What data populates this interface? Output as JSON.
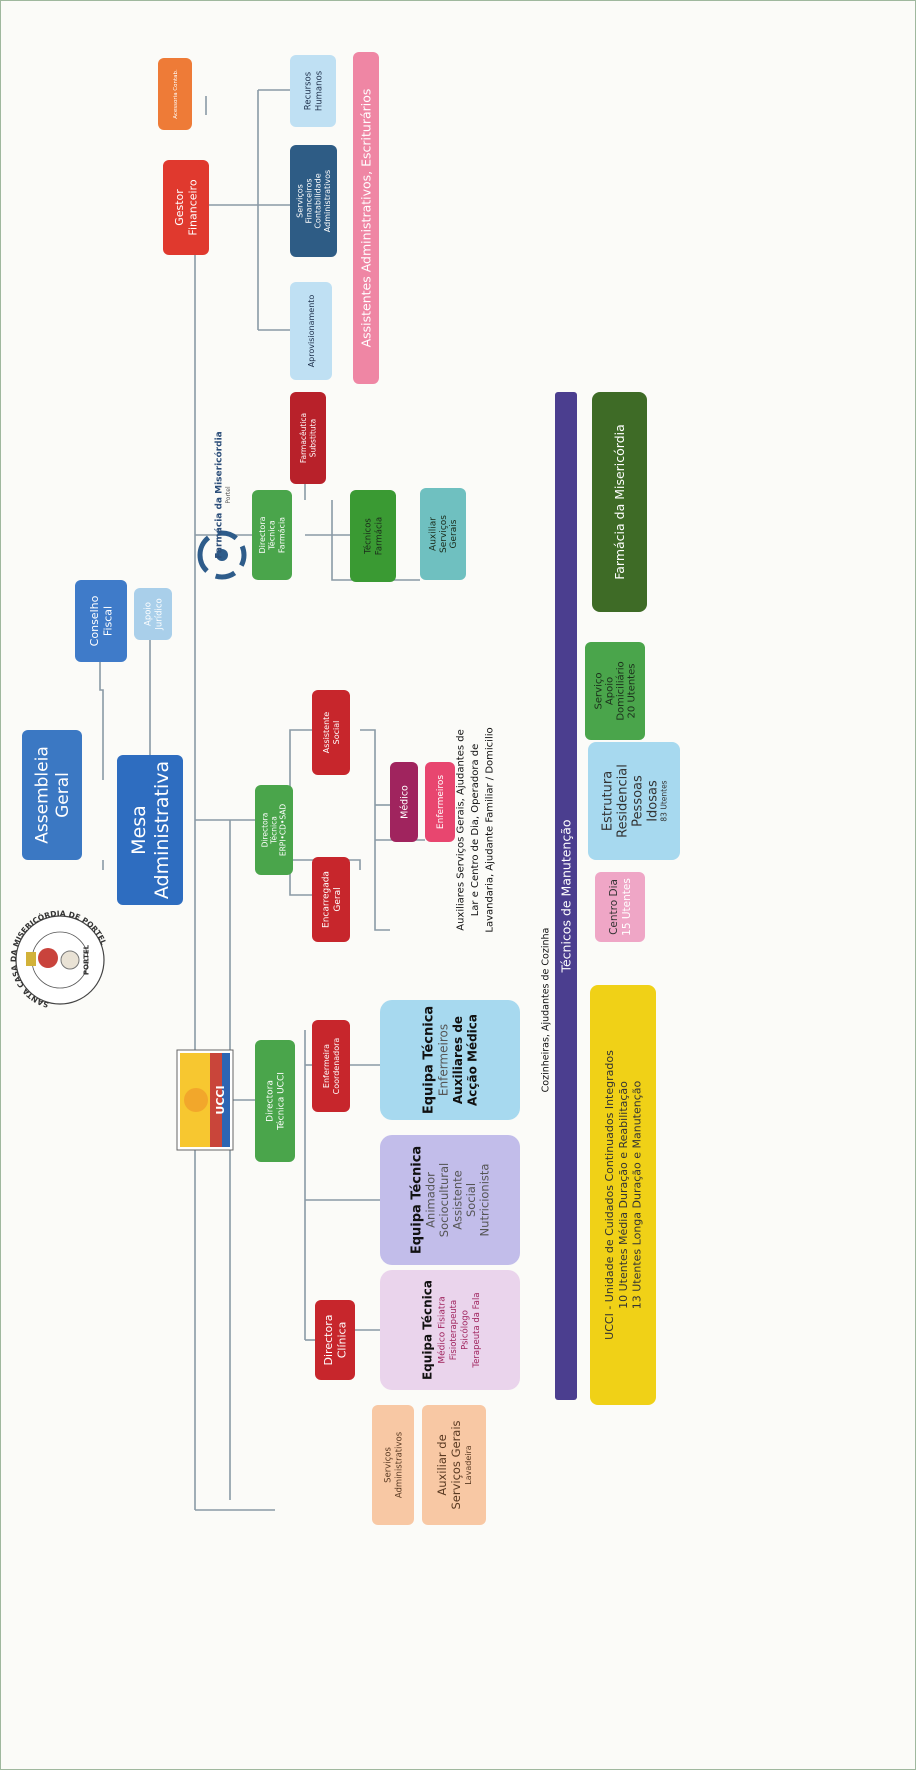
{
  "chart": {
    "nodes": {
      "assembleia": "Assembleia Geral",
      "mesa": "Mesa Administrativa",
      "conselho": "Conselho Fiscal",
      "apoio_juridico": "Apoio Jurídico",
      "gestor": "Gestor Financeiro",
      "acessoria": "Acessoria Contab.",
      "aprovisionamento": "Aprovisionamento",
      "servicos_fin": "Serviços Financeiros Contabilidade Administrativos",
      "rh": "Recursos Humanos",
      "assistentes_admin": "Assistentes Administrativos, Escriturários",
      "farmacia_logo": "Farmácia da Misericórdia",
      "farmacia_logo_sub": "Portel",
      "dir_farmacia": "Directora Técnica Farmácia",
      "farm_substituta": "Farmacêutica Substituta",
      "tecnicos_farmacia": "Técnicos Farmácia",
      "aux_farmacia": "Auxiliar Serviços Gerais",
      "dir_erpi": "Directora Técnica ERPI•CD•SAD",
      "assistente_social": "Assistente Social",
      "encarregada": "Encarregada Geral",
      "medico": "Médico",
      "enfermeiros": "Enfermeiros",
      "auxiliares_text": "Auxiliares Serviços Gerais, Ajudantes de Lar e Centro de Dia, Operadora de Lavandaria, Ajudante Familiar / Domicilio",
      "dir_ucci": "Directora Técnica UCCI",
      "enf_coord": "Enfermeira Coordenadora",
      "eq_tec_enf_title": "Equipa Técnica",
      "eq_tec_enf_l1": "Enfermeiros",
      "eq_tec_enf_l2": "Auxiliares de",
      "eq_tec_enf_l3": "Acção Médica",
      "eq_tec_soc_title": "Equipa Técnica",
      "eq_tec_soc_lines": [
        "Animador",
        "Sociocultural",
        "Assistente",
        "Social",
        "Nutricionista"
      ],
      "dir_clinica": "Directora Clínica",
      "eq_tec_cli_title": "Equipa Técnica",
      "eq_tec_cli_l1a": "Médico",
      "eq_tec_cli_l1b": "Fisiatra",
      "eq_tec_cli_l2": "Fisioterapeuta",
      "eq_tec_cli_l3": "Psicólogo",
      "eq_tec_cli_l4": "Terapeuta da Fala",
      "serv_admin": "Serviços Administrativos",
      "aux_serv_gerais_title": "Auxiliar de Serviços Gerais",
      "aux_serv_gerais_sub": "Lavadeira",
      "cozinheiras": "Cozinheiras, Ajudantes de Cozinha",
      "tecnicos_manutencao": "Técnicos de Manutenção",
      "farmacia_misericordia": "Farmácia da Misericórdia",
      "sad": "Serviço Apoio Domiciliário",
      "sad_count": "20 Utentes",
      "erpi_lines": [
        "Estrutura",
        "Residencial",
        "Pessoas",
        "Idosas"
      ],
      "erpi_count": "83 Utentes",
      "centro_dia": "Centro Dia",
      "centro_dia_count": "15 Utentes",
      "ucci_l1": "UCCI - Unidade de Cuidados Continuados Integrados",
      "ucci_l2": "10 Utentes Média Duração e Reabilitação",
      "ucci_l3": "13 Utentes Longa Duração e Manutenção"
    },
    "seal_text": "SANTA CASA DA MISERICÓRDIA DE PORTEL",
    "seal_bottom": "PORTEL",
    "ucci_logo": "UCCI"
  }
}
